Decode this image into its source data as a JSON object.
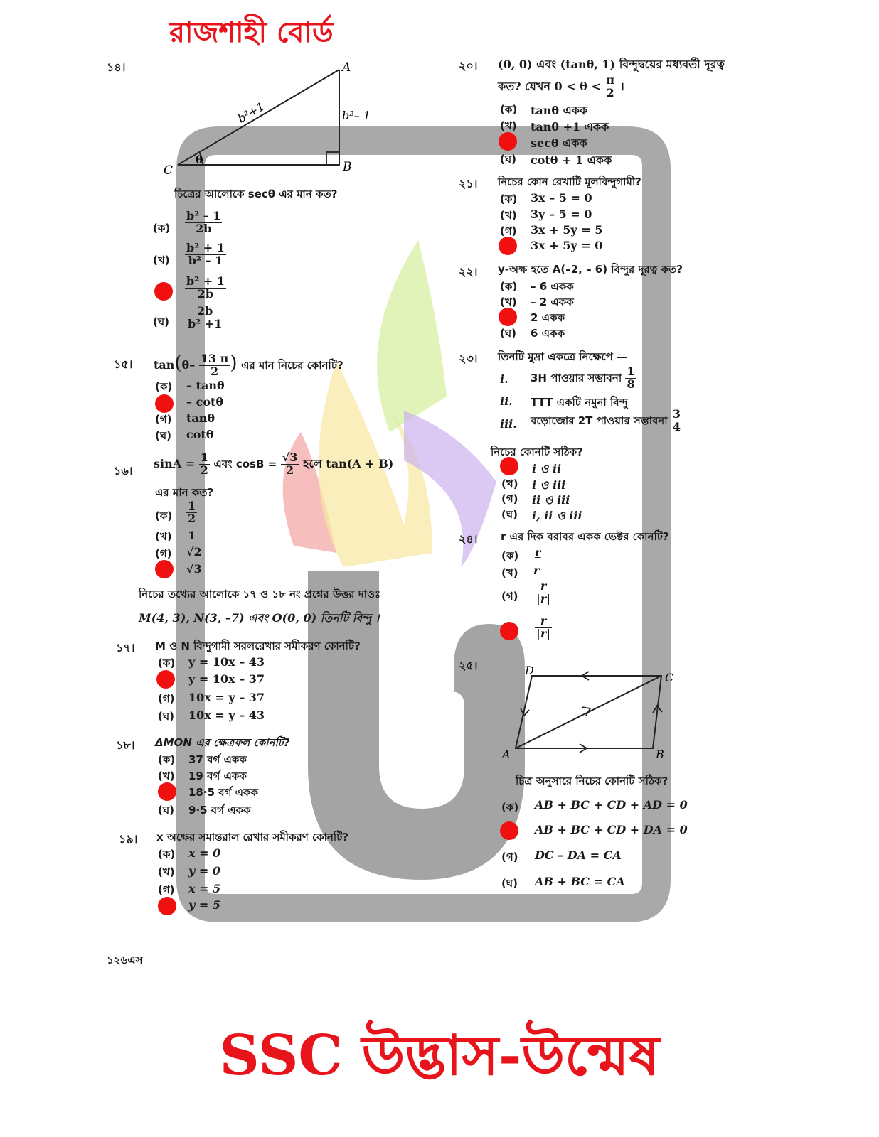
{
  "header": {
    "board": "রাজশাহী বোর্ড"
  },
  "footer": {
    "brand": "SSC উদ্ভাস-উন্মেষ",
    "page": "১২৬এস"
  },
  "colors": {
    "accent": "#e8141b",
    "answer_dot": "#f01010",
    "watermark_gray": "#9a9a9a"
  },
  "questions": {
    "q14": {
      "num": "১৪।",
      "fig": {
        "C": "C",
        "A": "A",
        "B": "B",
        "theta": "θ",
        "hyp": "b²+1",
        "side": "b²– 1"
      },
      "stem": "চিত্রের আলোকে secθ এর মান কত?",
      "opts": [
        {
          "label": "(ক)",
          "num": "b² – 1",
          "den": "2b"
        },
        {
          "label": "(খ)",
          "num": "b² + 1",
          "den": "b² – 1"
        },
        {
          "label": "",
          "num": "b² + 1",
          "den": "2b",
          "answer": true
        },
        {
          "label": "(ঘ)",
          "num": "2b",
          "den": "b² +1"
        }
      ]
    },
    "q15": {
      "num": "১৫।",
      "stem_a": "tan",
      "stem_b": "θ–",
      "frac_num": "13 π",
      "frac_den": "2",
      "stem_c": "এর মান নিচের কোনটি?",
      "opts": [
        {
          "label": "(ক)",
          "text": "– tanθ"
        },
        {
          "label": "",
          "text": "– cotθ",
          "answer": true
        },
        {
          "label": "(গ)",
          "text": "tanθ"
        },
        {
          "label": "(ঘ)",
          "text": "cotθ"
        }
      ]
    },
    "q16": {
      "num": "১৬।",
      "s1": "sinA =",
      "f1n": "1",
      "f1d": "2",
      "s2": "এবং cosB =",
      "f2n": "√3",
      "f2d": "2",
      "s3": "হলে tan(A + B)",
      "line2": "এর মান কত?",
      "opts": [
        {
          "label": "(ক)",
          "num": "1",
          "den": "2"
        },
        {
          "label": "(খ)",
          "text": "1"
        },
        {
          "label": "(গ)",
          "text": "√2"
        },
        {
          "label": "",
          "text": "√3",
          "answer": true
        }
      ]
    },
    "info": {
      "line1": "নিচের তথ্যের আলোকে ১৭ ও ১৮ নং প্রশ্নের উত্তর দাওঃ",
      "line2": "M(4, 3), N(3, –7) এবং O(0, 0) তিনটি বিন্দু ।"
    },
    "q17": {
      "num": "১৭।",
      "stem": "M ও N বিন্দুগামী সরলরেখার সমীকরণ কোনটি?",
      "opts": [
        {
          "label": "(ক)",
          "text": "y = 10x – 43"
        },
        {
          "label": "",
          "text": "y = 10x – 37",
          "answer": true
        },
        {
          "label": "(গ)",
          "text": "10x = y – 37"
        },
        {
          "label": "(ঘ)",
          "text": "10x = y – 43"
        }
      ]
    },
    "q18": {
      "num": "১৮।",
      "stem": "ΔMON এর ক্ষেত্রফল কোনটি?",
      "opts": [
        {
          "label": "(ক)",
          "text": "37 বর্গ একক"
        },
        {
          "label": "(খ)",
          "text": "19 বর্গ একক"
        },
        {
          "label": "",
          "text": "18·5 বর্গ একক",
          "answer": true
        },
        {
          "label": "(ঘ)",
          "text": "9·5 বর্গ একক"
        }
      ]
    },
    "q19": {
      "num": "১৯।",
      "stem": "x অক্ষের সমান্তরাল রেখার সমীকরণ কোনটি?",
      "opts": [
        {
          "label": "(ক)",
          "text": "x = 0"
        },
        {
          "label": "(খ)",
          "text": "y = 0"
        },
        {
          "label": "(গ)",
          "text": "x = 5"
        },
        {
          "label": "",
          "text": "y = 5",
          "answer": true
        }
      ]
    },
    "q20": {
      "num": "২০।",
      "line1": "(0, 0) এবং (tanθ, 1) বিন্দুদ্বয়ের মধ্যবর্তী দূরত্ব",
      "line2a": "কত? যেখন 0 < θ <",
      "fn": "π",
      "fd": "2",
      "line2b": "।",
      "opts": [
        {
          "label": "(ক)",
          "text": "tanθ একক"
        },
        {
          "label": "(খ)",
          "text": "tanθ +1 একক"
        },
        {
          "label": "",
          "text": "secθ একক",
          "answer": true
        },
        {
          "label": "(ঘ)",
          "text": "cotθ + 1 একক"
        }
      ]
    },
    "q21": {
      "num": "২১।",
      "stem": "নিচের কোন রেখাটি মূলবিন্দুগামী?",
      "opts": [
        {
          "label": "(ক)",
          "text": "3x – 5 = 0"
        },
        {
          "label": "(খ)",
          "text": "3y – 5 = 0"
        },
        {
          "label": "(গ)",
          "text": "3x + 5y = 5"
        },
        {
          "label": "",
          "text": "3x + 5y = 0",
          "answer": true
        }
      ]
    },
    "q22": {
      "num": "২২।",
      "stem": "y-অক্ষ হতে A(–2, – 6) বিন্দুর দূরত্ব কত?",
      "opts": [
        {
          "label": "(ক)",
          "text": "– 6 একক"
        },
        {
          "label": "(খ)",
          "text": "– 2 একক"
        },
        {
          "label": "",
          "text": "2 একক",
          "answer": true
        },
        {
          "label": "(ঘ)",
          "text": "6 একক"
        }
      ]
    },
    "q23": {
      "num": "২৩।",
      "stem": "তিনটি মুদ্রা একত্রে নিক্ষেপে —",
      "st1_label": "i.",
      "st1": "3H পাওয়ার সম্ভাবনা",
      "st1_n": "1",
      "st1_d": "8",
      "st2_label": "ii.",
      "st2": "TTT একটি নমুনা বিন্দু",
      "st3_label": "iii.",
      "st3": "বড়োজোর 2T পাওয়ার সম্ভাবনা",
      "st3_n": "3",
      "st3_d": "4",
      "ask": "নিচের কোনটি সঠিক?",
      "opts": [
        {
          "label": "",
          "text": "i ও ii",
          "answer": true
        },
        {
          "label": "(খ)",
          "text": "i ও iii"
        },
        {
          "label": "(গ)",
          "text": "ii ও iii"
        },
        {
          "label": "(ঘ)",
          "text": "i, ii ও iii"
        }
      ]
    },
    "q24": {
      "num": "২৪।",
      "stem": "r এর দিক বরাবর একক ভেক্টর কোনটি?",
      "opts": [
        {
          "label": "(ক)",
          "text": "r"
        },
        {
          "label": "(খ)",
          "text": "r"
        },
        {
          "label": "(গ)",
          "num": "r",
          "den": "|r|"
        },
        {
          "label": "",
          "num": "r",
          "den": "|r|",
          "answer": true
        }
      ]
    },
    "q25": {
      "num": "২৫।",
      "fig": {
        "A": "A",
        "B": "B",
        "C": "C",
        "D": "D"
      },
      "stem": "চিত্র অনুসারে নিচের কোনটি সঠিক?",
      "opts": [
        {
          "label": "(ক)",
          "text": "AB + BC + CD + AD = 0"
        },
        {
          "label": "",
          "text": "AB + BC + CD + DA = 0",
          "answer": true
        },
        {
          "label": "(গ)",
          "text": "DC – DA = CA"
        },
        {
          "label": "(ঘ)",
          "text": "AB + BC = CA"
        }
      ]
    }
  }
}
